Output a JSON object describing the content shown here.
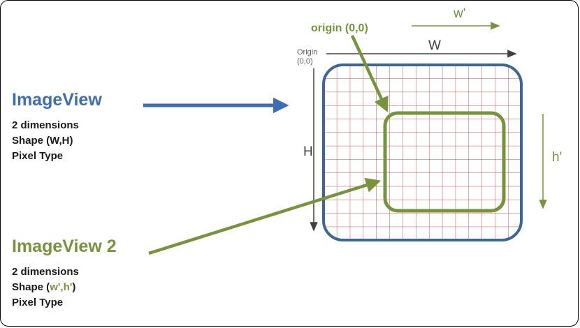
{
  "colors": {
    "blue_accent": "#3E6DB5",
    "rect_border_blue": "#3D6598",
    "green_accent": "#77933C",
    "grid_red": "#C0504D",
    "arrow_black": "#404040"
  },
  "left_panel": {
    "imageview": {
      "title": "ImageView",
      "line1": "2 dimensions",
      "line2": "Shape (W,H)",
      "line3": "Pixel Type"
    },
    "imageview2": {
      "title": "ImageView 2",
      "line1": "2 dimensions",
      "line2_prefix": "Shape (",
      "line2_green": "w',h'",
      "line2_suffix": ")",
      "line3": "Pixel Type"
    }
  },
  "diagram": {
    "w_label": "W",
    "w_prime_label": "w'",
    "h_label": "H",
    "h_prime_label": "h'",
    "origin_label": "origin (0,0)",
    "origin_corner_line1": "Origin",
    "origin_corner_line2": "(0,0)"
  }
}
